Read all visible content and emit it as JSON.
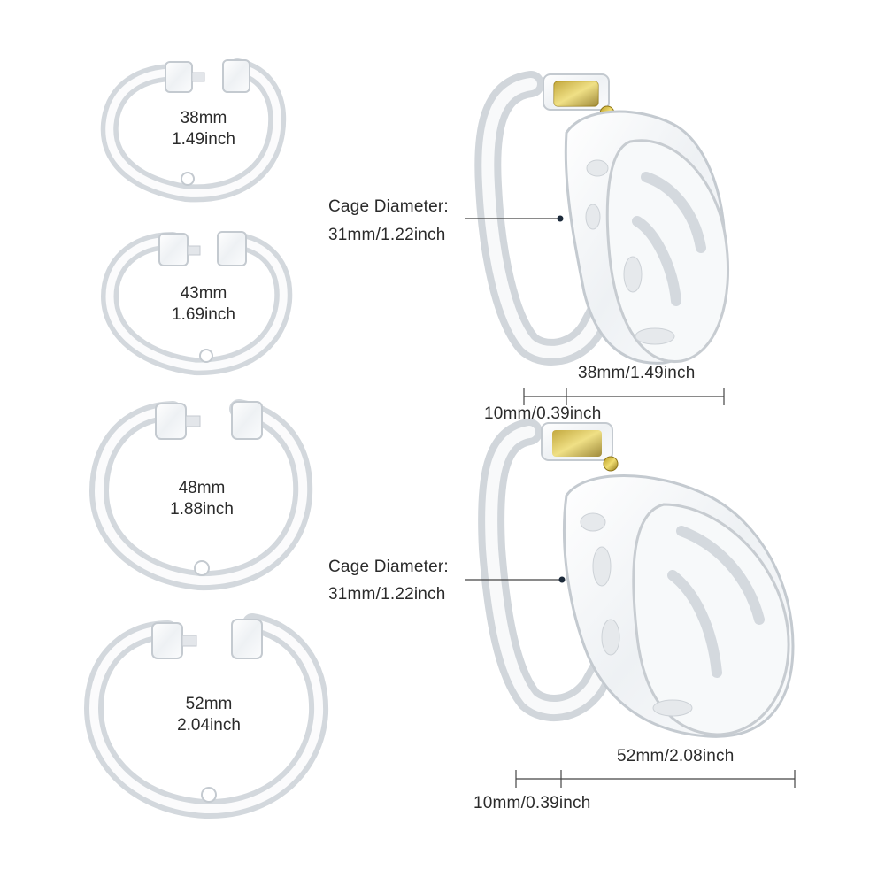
{
  "rings": [
    {
      "size_mm": "38mm",
      "size_inch": "1.49inch"
    },
    {
      "size_mm": "43mm",
      "size_inch": "1.69inch"
    },
    {
      "size_mm": "48mm",
      "size_inch": "1.88inch"
    },
    {
      "size_mm": "52mm",
      "size_inch": "2.04inch"
    }
  ],
  "cages": [
    {
      "diameter_label": "Cage Diameter:",
      "diameter_value": "31mm/1.22inch",
      "length_label": "38mm/1.49inch",
      "gap_label": "10mm/0.39inch"
    },
    {
      "diameter_label": "Cage Diameter:",
      "diameter_value": "31mm/1.22inch",
      "length_label": "52mm/2.08inch",
      "gap_label": "10mm/0.39inch"
    }
  ],
  "colors": {
    "plastic_stroke": "#c9ced3",
    "plastic_fill": "#f3f5f7",
    "lock_gold": "#d9c24a",
    "dimension_line": "#444444",
    "marker_dot": "#1c2a3a"
  }
}
